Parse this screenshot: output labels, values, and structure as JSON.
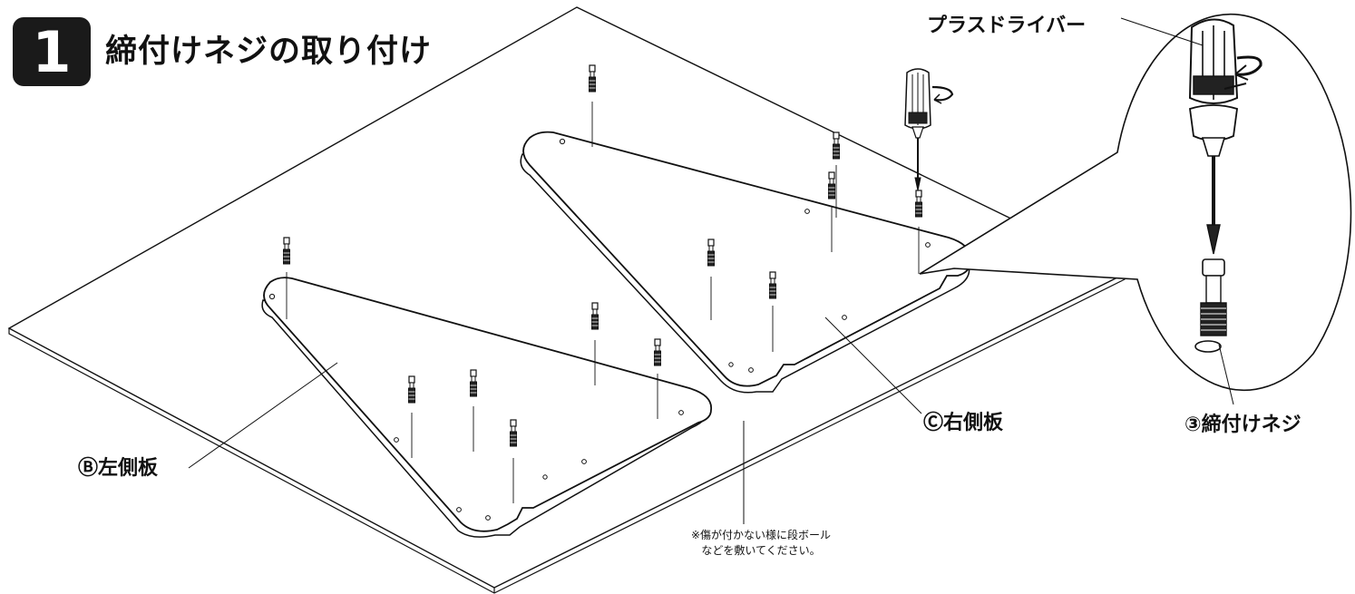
{
  "step": {
    "number": "1",
    "title": "締付けネジの取り付け"
  },
  "labels": {
    "left_panel": "Ⓑ左側板",
    "right_panel": "Ⓒ右側板",
    "screw": "③締付けネジ",
    "driver": "プラスドライバー"
  },
  "note": {
    "line1": "※傷が付かない様に段ボール",
    "line2": "などを敷いてください。"
  },
  "colors": {
    "ink": "#111111",
    "badge": "#1a1a1a",
    "background": "#ffffff"
  }
}
